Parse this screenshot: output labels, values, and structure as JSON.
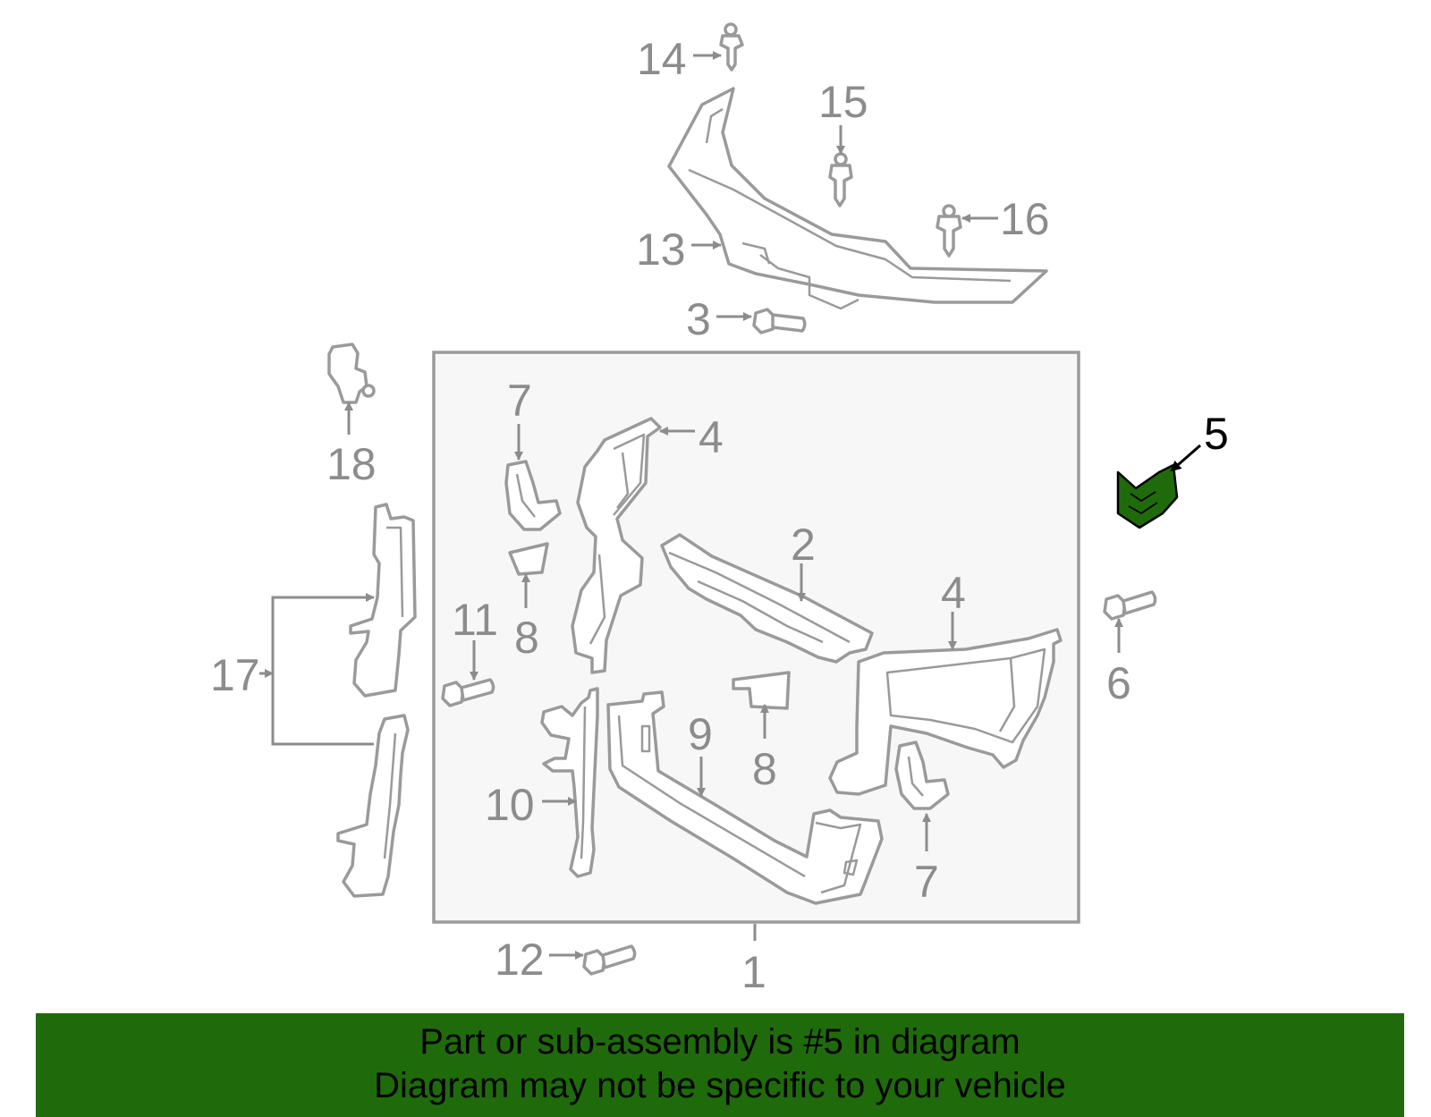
{
  "colors": {
    "highlight_part": "#1f6b0c",
    "banner_background": "#1f6b0c",
    "line": "#9a9a9a",
    "frame_fill": "#f7f7f7",
    "callout_text": "#8c8c8c",
    "highlight_callout_text": "#000000"
  },
  "diagram": {
    "highlighted_part": "5",
    "callouts": {
      "c1": "1",
      "c2": "2",
      "c3": "3",
      "c4a": "4",
      "c4b": "4",
      "c5": "5",
      "c6": "6",
      "c7a": "7",
      "c7b": "7",
      "c8a": "8",
      "c8b": "8",
      "c9": "9",
      "c10": "10",
      "c11": "11",
      "c12": "12",
      "c13": "13",
      "c14": "14",
      "c15": "15",
      "c16": "16",
      "c17": "17",
      "c18": "18"
    }
  },
  "banner": {
    "line1": "Part or sub-assembly is #5 in diagram",
    "line2": "Diagram may not be specific to your vehicle"
  }
}
